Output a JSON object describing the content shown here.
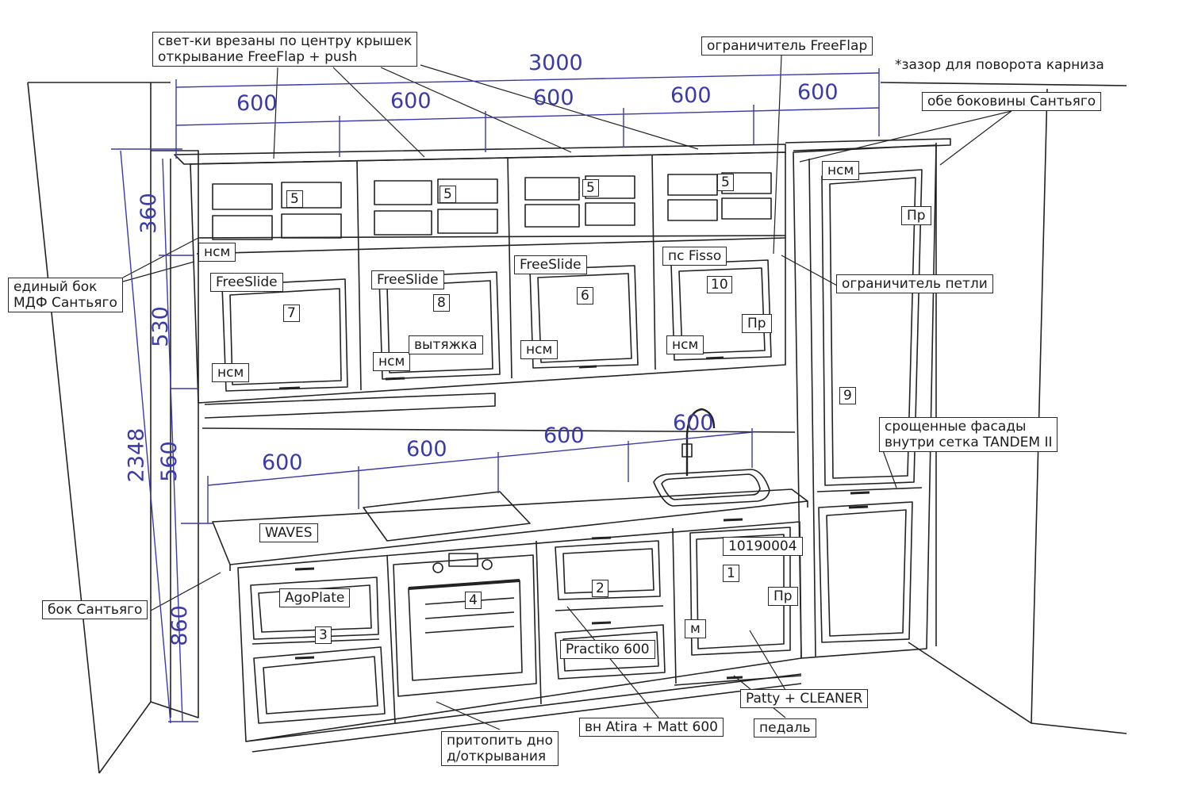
{
  "dimensions": {
    "total_width": "3000",
    "top_1": "600",
    "top_2": "600",
    "top_3": "600",
    "top_4": "600",
    "top_5": "600",
    "bottom_1": "600",
    "bottom_2": "600",
    "bottom_3": "600",
    "bottom_4": "600",
    "h_360": "360",
    "h_530": "530",
    "h_560": "560",
    "h_860": "860",
    "h_total": "2348"
  },
  "callouts": {
    "lights_note": "свет-ки врезаны по центру крышек\nоткрывание FreeFlap + push",
    "freeflap_limiter": "ограничитель FreeFlap",
    "cornice_gap": "*зазор для поворота карниза",
    "both_sides": "обе боковины Сантьяго",
    "single_side": "единый бок\nМДФ Сантьяго",
    "hinge_limiter": "ограничитель петли",
    "joined_fronts": "срощенные фасады\nвнутри сетка TANDEM II",
    "side_santiago": "бок Сантьяго",
    "recess_bottom": "притопить дно\nд/открывания",
    "oven_spec": "вн Atira + Matt 600",
    "patty": "Patty + CLEANER",
    "pedal": "педаль"
  },
  "tags": {
    "ncm_1": "нсм",
    "ncm_2": "нсм",
    "ncm_3": "нсм",
    "ncm_4": "нсм",
    "ncm_5": "нсм",
    "ncm_6": "нсм",
    "freeslide_1": "FreeSlide",
    "freeslide_2": "FreeSlide",
    "freeslide_3": "FreeSlide",
    "pc_fisso": "пс Fisso",
    "hood": "вытяжка",
    "pr_1": "Пр",
    "pr_2": "Пр",
    "pr_3": "Пр",
    "waves": "WAVES",
    "agoplate": "AgoPlate",
    "practiko": "Practiko 600",
    "code": "10190004",
    "m": "м"
  },
  "numbers": {
    "n5a": "5",
    "n5b": "5",
    "n5c": "5",
    "n5d": "5",
    "n7": "7",
    "n8": "8",
    "n6": "6",
    "n10": "10",
    "n9": "9",
    "n4": "4",
    "n2": "2",
    "n3": "3",
    "n1": "1"
  }
}
